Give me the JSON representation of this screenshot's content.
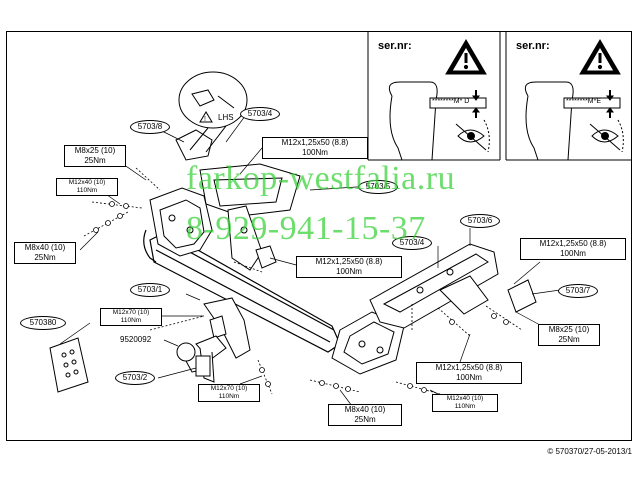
{
  "labels": {
    "m8x25_left": {
      "spec": "M8x25 (10)",
      "torque": "25Nm"
    },
    "m12x40_left": {
      "spec": "M12x40 (10)",
      "torque": "110Nm"
    },
    "m8x40_left": {
      "spec": "M8x40 (10)",
      "torque": "25Nm"
    },
    "m12x70_upper": {
      "spec": "M12x70 (10)",
      "torque": "110Nm"
    },
    "m12x70_lower": {
      "spec": "M12x70 (10)",
      "torque": "110Nm"
    },
    "m12x125_top": {
      "spec": "M12x1,25x50 (8.8)",
      "torque": "100Nm"
    },
    "m12x125_mid": {
      "spec": "M12x1,25x50 (8.8)",
      "torque": "100Nm"
    },
    "m12x125_right": {
      "spec": "M12x1,25x50 (8.8)",
      "torque": "100Nm"
    },
    "m12x125_bottom": {
      "spec": "M12x1,25x50 (8.8)",
      "torque": "100Nm"
    },
    "m8x25_right": {
      "spec": "M8x25 (10)",
      "torque": "25Nm"
    },
    "m12x40_bottom": {
      "spec": "M12x40 (10)",
      "torque": "110Nm"
    },
    "m8x40_bottom": {
      "spec": "M8x40 (10)",
      "torque": "25Nm"
    }
  },
  "parts": {
    "p5703_8": "5703/8",
    "p5703_4_top": "5703/4",
    "p5703_5": "5703/5",
    "p5703_6": "5703/6",
    "p5703_4_mid": "5703/4",
    "p5703_1": "5703/1",
    "p5703_7": "5703/7",
    "p5703_2": "5703/2",
    "p570380": "570380",
    "p9520092": "9520092"
  },
  "callout": {
    "lhs": "LHS"
  },
  "serial": {
    "left_title": "ser.nr:",
    "right_title": "ser.nr:",
    "left_code": "********M* D",
    "right_code": "********M*E"
  },
  "watermark": {
    "site": "farkop-westfalia.ru",
    "phone": "8-929-941-15-37"
  },
  "footer": "© 570370/27-05-2013/1",
  "colors": {
    "watermark": "#35d035",
    "line": "#000000"
  }
}
